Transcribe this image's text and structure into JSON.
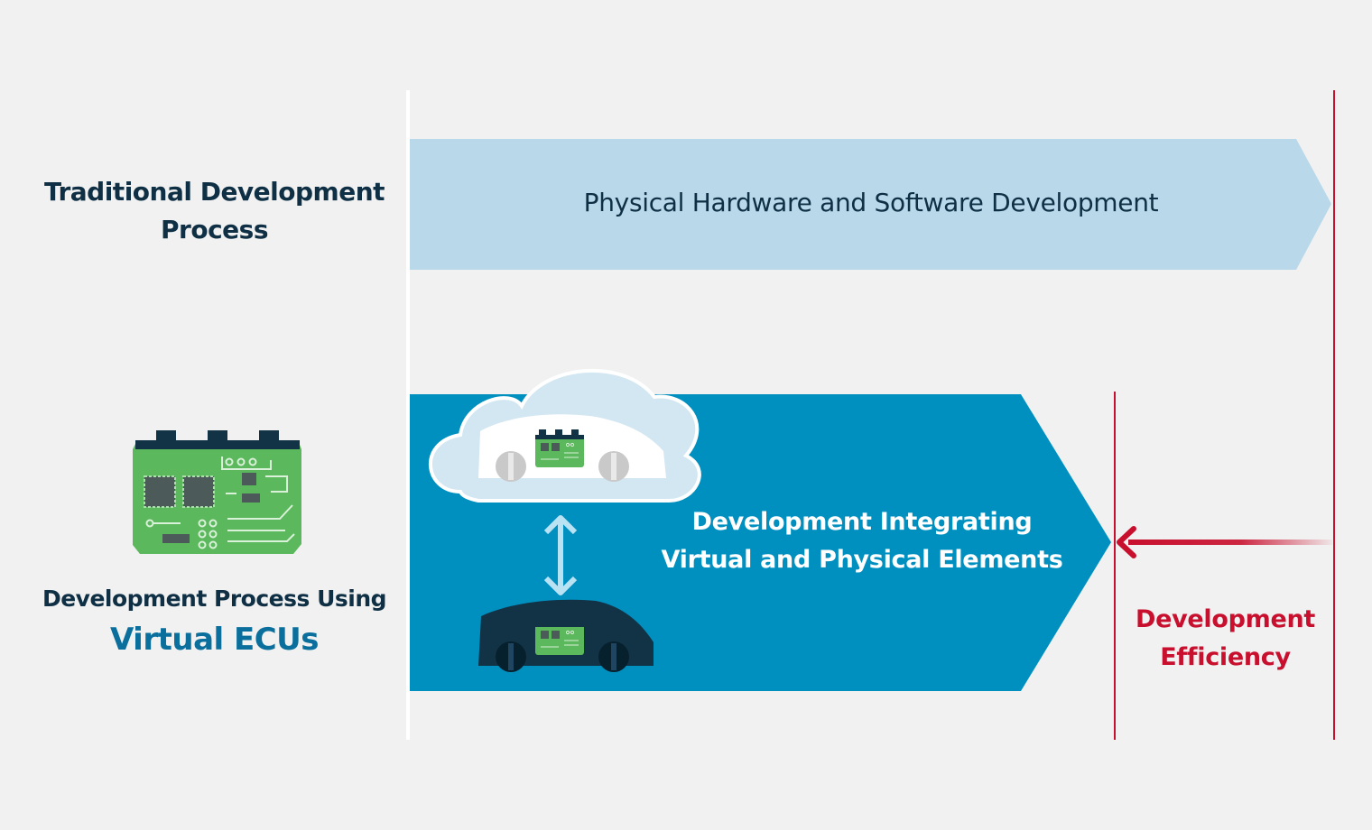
{
  "traditional": {
    "label": "Traditional Development Process",
    "bar_text": "Physical Hardware and Software Development"
  },
  "virtual": {
    "label_line1": "Development Process Using",
    "label_line2": "Virtual ECUs",
    "bar_text_line1": "Development Integrating",
    "bar_text_line2": "Virtual and Physical Elements"
  },
  "efficiency": {
    "line1": "Development",
    "line2": "Efficiency"
  },
  "colors": {
    "background": "#f1f1f1",
    "light_arrow": "#b9d8ea",
    "dark_arrow": "#0090c0",
    "navy_text": "#0e2f44",
    "accent_blue": "#0a6f9c",
    "red": "#c8102e",
    "pcb_green": "#5cb85c"
  },
  "icons": [
    "ecu-board-icon",
    "cloud-icon",
    "virtual-car-icon",
    "physical-car-icon",
    "bidirectional-arrow-icon",
    "left-arrow-icon"
  ]
}
